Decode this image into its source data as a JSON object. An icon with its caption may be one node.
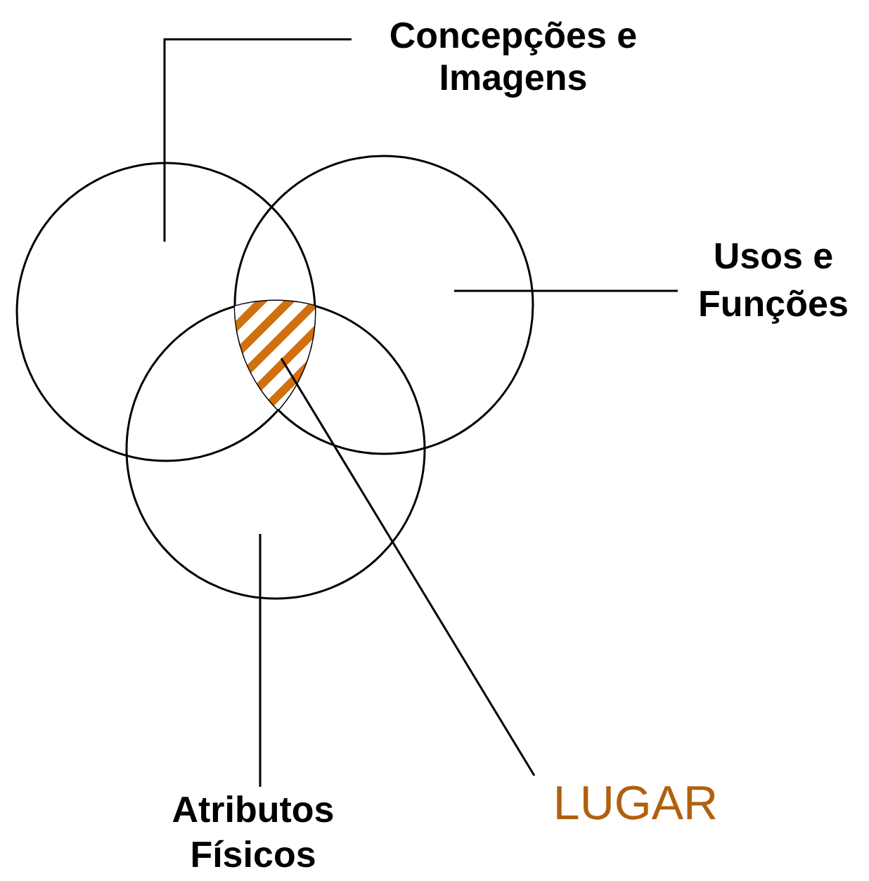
{
  "diagram": {
    "nodes": [
      {
        "text": [
          "Concepções e Imagens"
        ]
      },
      {
        "text": [],
        "shape": "circle"
      },
      {
        "text": [],
        "shape": "circle"
      },
      {
        "text": [],
        "shape": "circle"
      },
      {
        "text": [],
        "shape": "lens"
      },
      {
        "text": [
          "Usos e Funções"
        ]
      },
      {
        "text": [
          "Atributos Físicos"
        ]
      },
      {
        "text": [
          "LUGAR"
        ]
      }
    ],
    "edges": [
      {
        "from": 0,
        "to": 1,
        "arrow": "none"
      },
      {
        "from": 5,
        "to": 2,
        "arrow": "none"
      },
      {
        "from": 6,
        "to": 3,
        "arrow": "none"
      },
      {
        "from": 7,
        "to": 4,
        "arrow": "none"
      }
    ]
  }
}
